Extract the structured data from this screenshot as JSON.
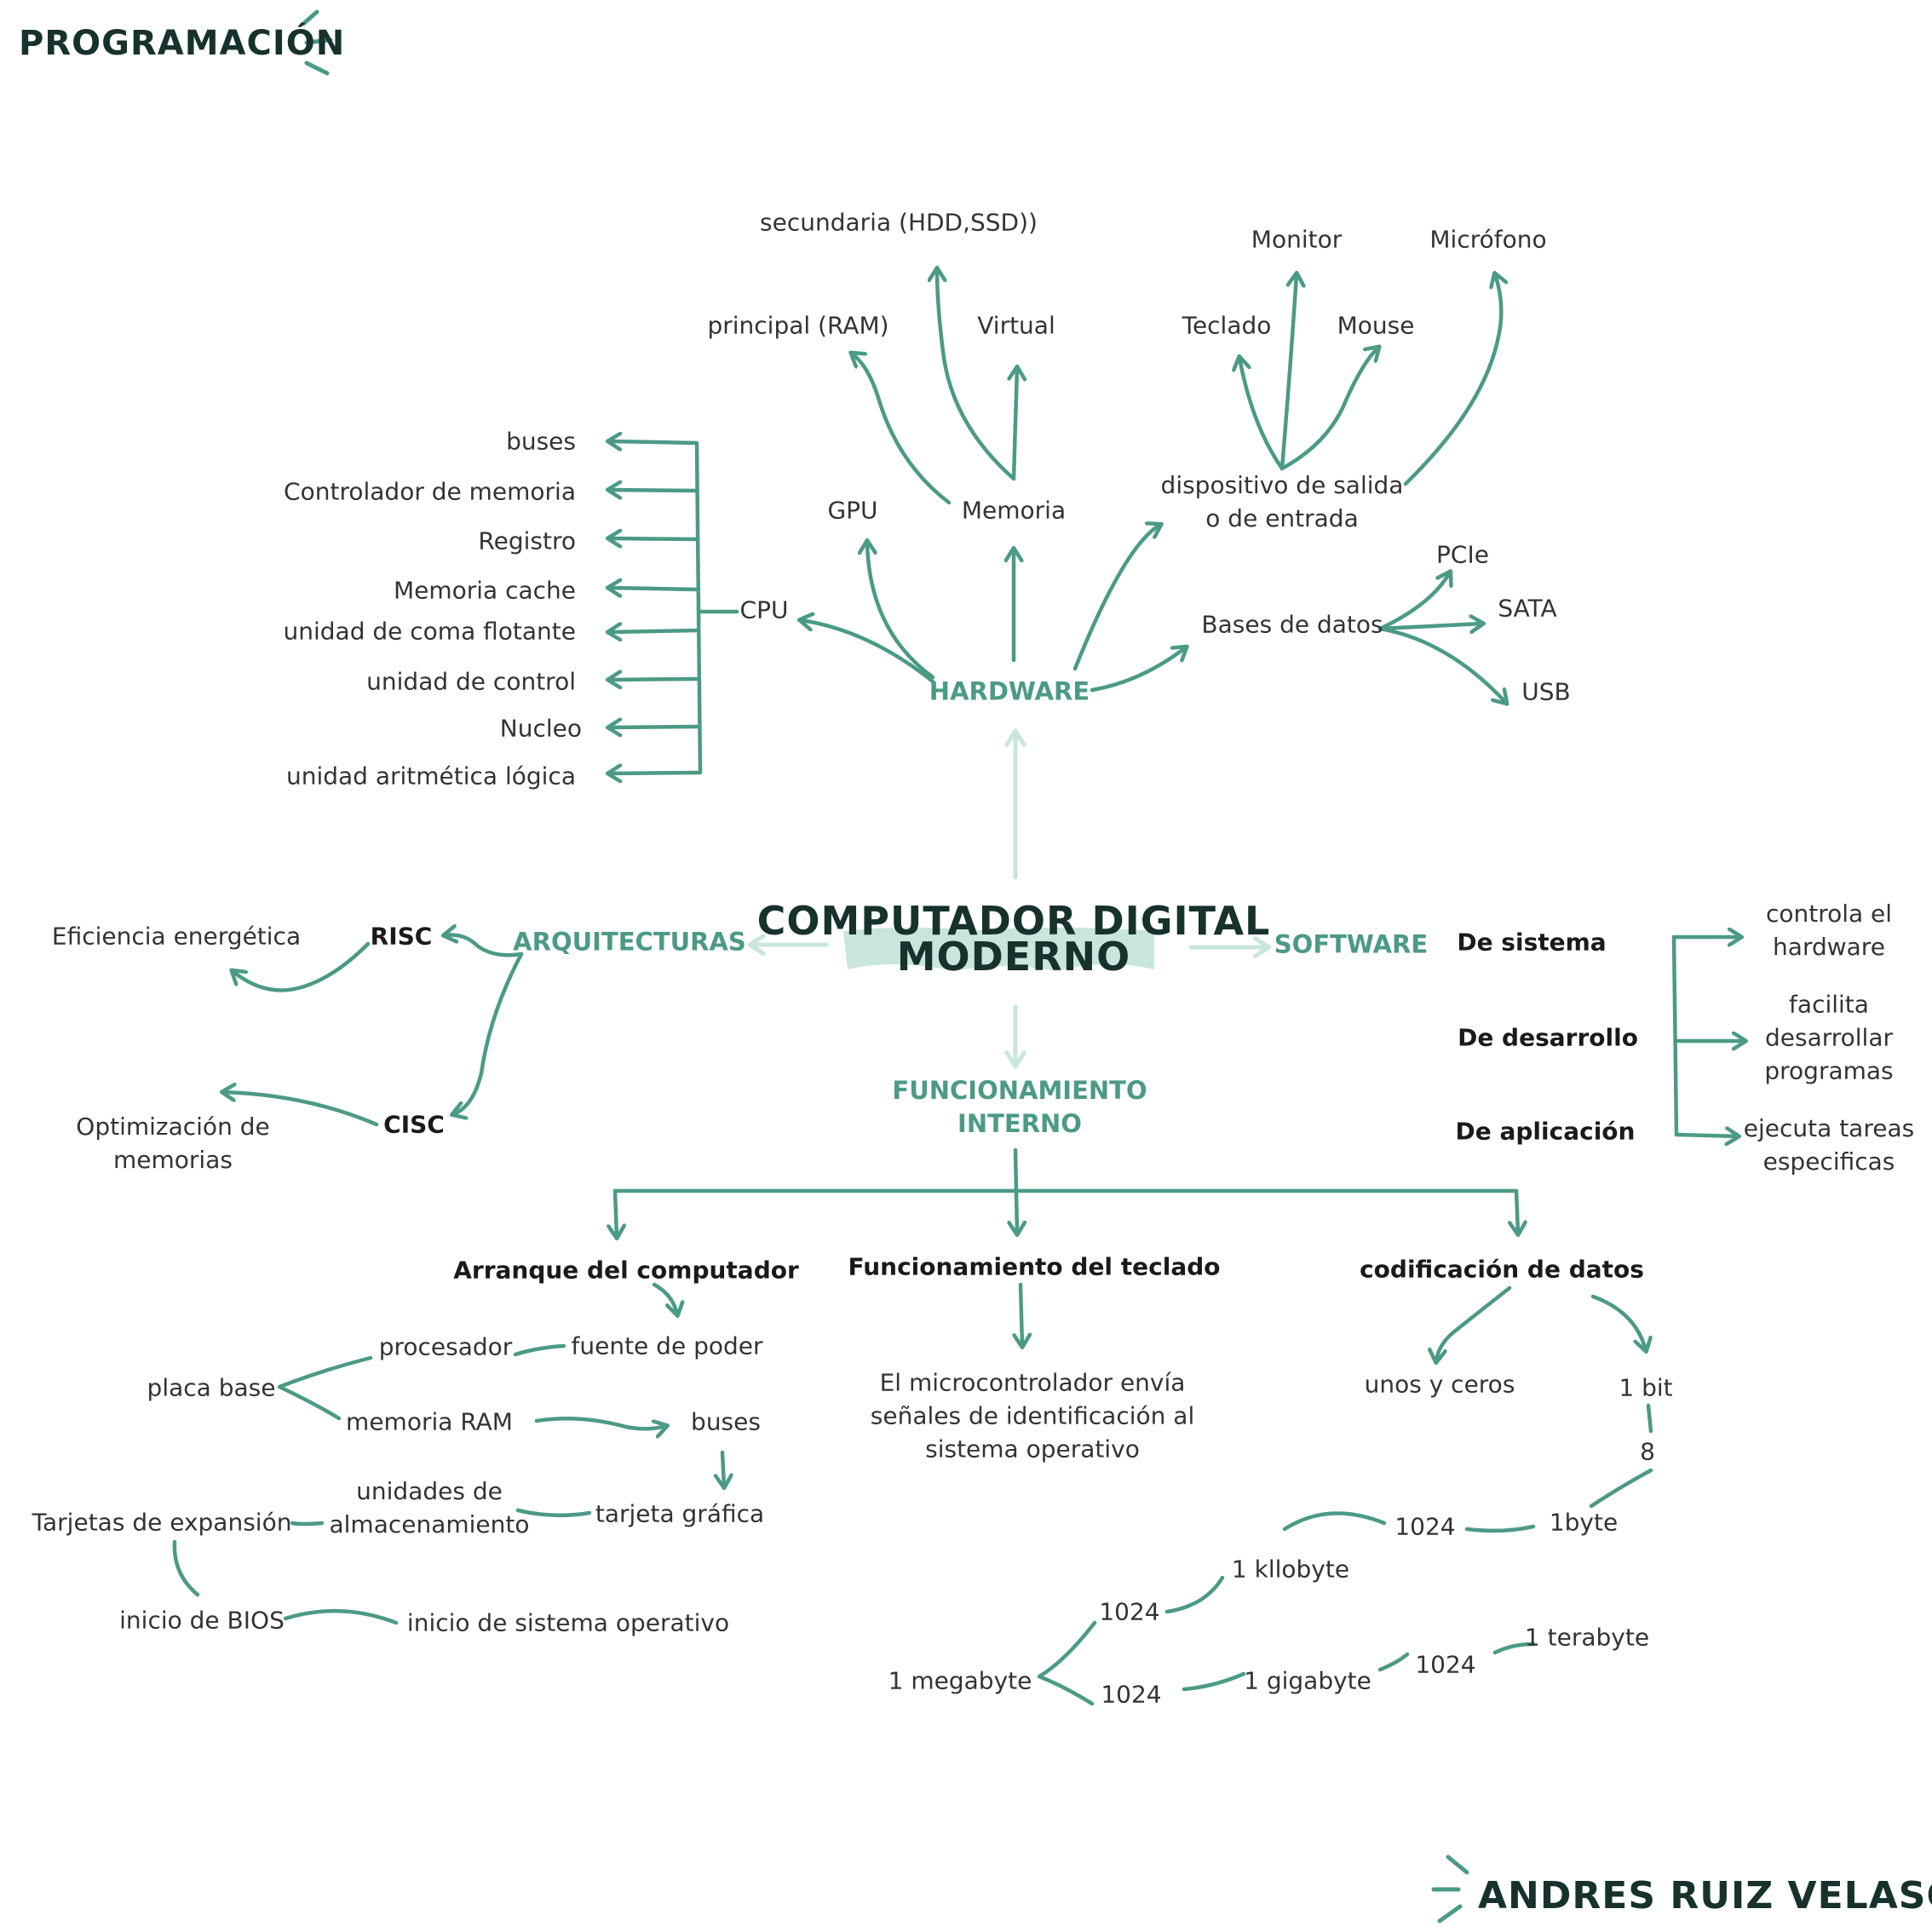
{
  "header": {
    "title": "PROGRAMACIÓN"
  },
  "footer": {
    "author": "ANDRES RUIZ VELASQUEZ"
  },
  "center": {
    "line1": "COMPUTADOR DIGITAL",
    "line2": "MODERNO"
  },
  "branches": {
    "hardware": "HARDWARE",
    "software": "SOFTWARE",
    "arquitecturas": "ARQUITECTURAS",
    "funcionamiento_line1": "FUNCIONAMIENTO",
    "funcionamiento_line2": "INTERNO"
  },
  "hardware": {
    "cpu": "CPU",
    "gpu": "GPU",
    "memoria": "Memoria",
    "dispositivo_line1": "dispositivo de salida",
    "dispositivo_line2": "o de entrada",
    "bases": "Bases de datos",
    "cpu_items": [
      "buses",
      "Controlador de memoria",
      "Registro",
      "Memoria cache",
      "unidad de coma flotante",
      "unidad de control",
      "Nucleo",
      "unidad aritmética lógica"
    ],
    "memoria_items": {
      "principal": "principal (RAM)",
      "secundaria": "secundaria (HDD,SSD))",
      "virtual": "Virtual"
    },
    "dispositivo_items": {
      "teclado": "Teclado",
      "monitor": "Monitor",
      "mouse": "Mouse",
      "microfono": "Micrófono"
    },
    "bases_items": {
      "pcie": "PCIe",
      "sata": "SATA",
      "usb": "USB"
    }
  },
  "software": {
    "types": [
      "De sistema",
      "De desarrollo",
      "De aplicación"
    ],
    "desc1_line1": "controla el",
    "desc1_line2": "hardware",
    "desc2_line1": "facilita",
    "desc2_line2": "desarrollar",
    "desc2_line3": "programas",
    "desc3_line1": "ejecuta tareas",
    "desc3_line2": "especificas"
  },
  "arquitecturas": {
    "risc": "RISC",
    "cisc": "CISC",
    "risc_desc": "Eficiencia energética",
    "cisc_desc_line1": "Optimización de",
    "cisc_desc_line2": "memorias"
  },
  "funcionamiento": {
    "arranque": {
      "title": "Arranque del computador",
      "fuente": "fuente de poder",
      "procesador": "procesador",
      "placa": "placa base",
      "ram": "memoria RAM",
      "buses": "buses",
      "tarjeta_grafica": "tarjeta gráfica",
      "unidades_line1": "unidades de",
      "unidades_line2": "almacenamiento",
      "tarjetas_exp": "Tarjetas de expansión",
      "bios": "inicio de BIOS",
      "so": "inicio de sistema  operativo"
    },
    "teclado": {
      "title": "Funcionamiento del teclado",
      "desc_line1": "El microcontrolador envía",
      "desc_line2": "señales de identificación al",
      "desc_line3": "sistema operativo"
    },
    "codificacion": {
      "title": "codificación de datos",
      "unos": "unos y ceros",
      "bit": "1 bit",
      "ocho": "8",
      "byte": "1byte",
      "n1024_a": "1024",
      "kilobyte": "1 kllobyte",
      "n1024_b": "1024",
      "megabyte": "1 megabyte",
      "n1024_c": "1024",
      "gigabyte": "1 gigabyte",
      "n1024_d": "1024",
      "terabyte": "1 terabyte"
    }
  },
  "colors": {
    "line": "#4b9a86",
    "line_light": "#c9e6dc",
    "dark": "#17322c",
    "text": "#333333"
  }
}
